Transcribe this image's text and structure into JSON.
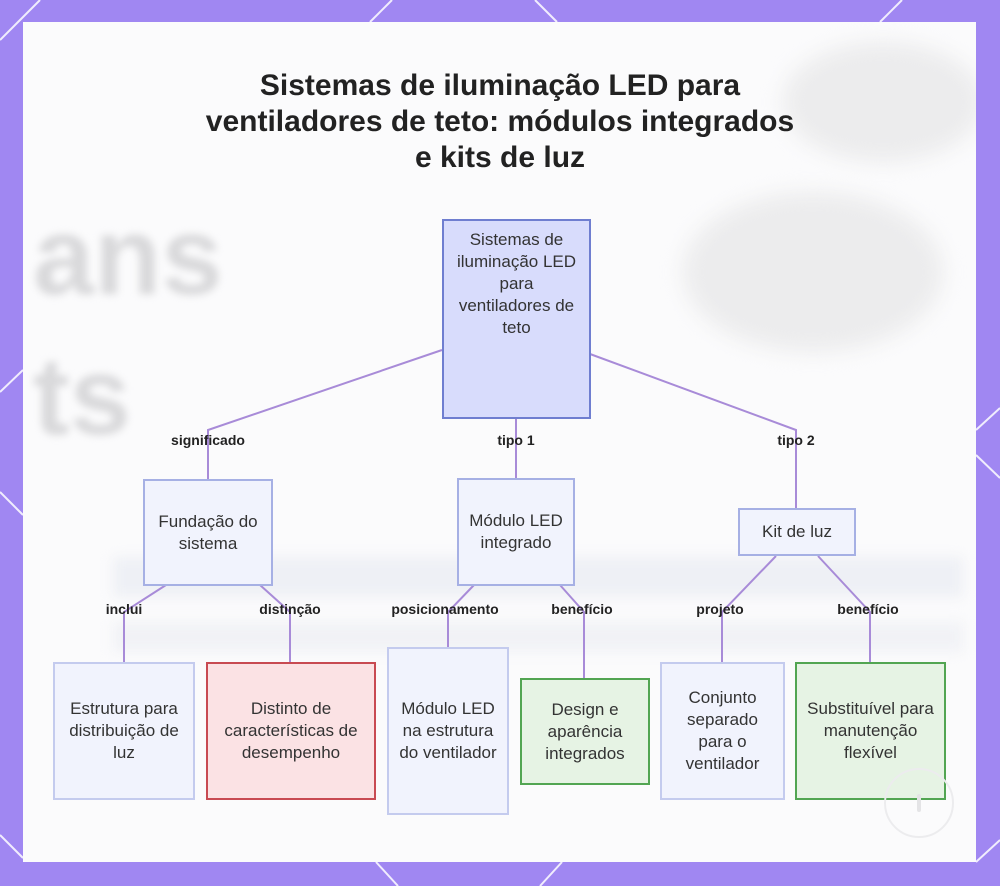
{
  "title": "Sistemas de iluminação LED para ventiladores de teto: módulos integrados e kits de luz",
  "colors": {
    "frame": "#a087f2",
    "edge": "#a88bd8",
    "root_fill": "#d8dcfc",
    "root_border": "#6f7ed0",
    "neutral_border": "#a6b0e4",
    "red_fill": "#fbe2e4",
    "red_border": "#c84a52",
    "green_fill": "#e6f3e4",
    "green_border": "#52a552"
  },
  "nodes": {
    "root": "Sistemas de iluminação LED para ventiladores de teto",
    "fundacao": "Fundação do sistema",
    "modulo": "Módulo LED integrado",
    "kit": "Kit de luz",
    "estrutura": "Estrutura para distribuição de luz",
    "distinto": "Distinto de características de desempenho",
    "modulo_estrutura": "Módulo LED na estrutura do ventilador",
    "design": "Design e aparência integrados",
    "conjunto": "Conjunto separado para o ventilador",
    "substituivel": "Substituível para manutenção flexível"
  },
  "edges": {
    "significado": "significado",
    "tipo1": "tipo 1",
    "tipo2": "tipo 2",
    "inclui": "inclui",
    "distincao": "distinção",
    "posicionamento": "posicionamento",
    "beneficio1": "benefício",
    "projeto": "projeto",
    "beneficio2": "benefício"
  },
  "icons": {
    "badge": "logo-badge-icon"
  }
}
